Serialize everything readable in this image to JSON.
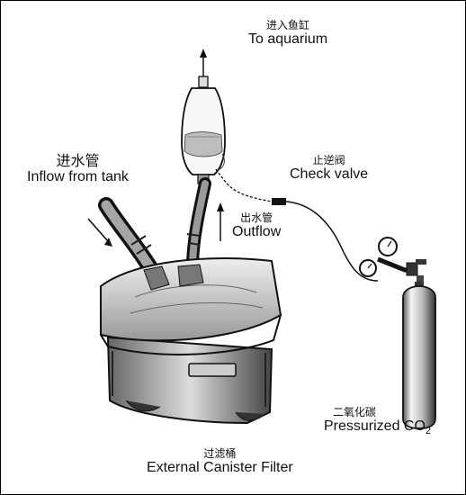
{
  "labels": {
    "to_aquarium": {
      "zh": "进入鱼缸",
      "en": "To aquarium"
    },
    "inflow": {
      "zh": "进水管",
      "en": "Inflow from tank"
    },
    "check_valve": {
      "zh": "止逆阀",
      "en": "Check valve"
    },
    "outflow": {
      "zh": "出水管",
      "en": "Outflow"
    },
    "co2": {
      "zh": "二氧化碳",
      "en_main": "Pressurized CO",
      "en_sub": "2"
    },
    "filter": {
      "zh": "过滤桶",
      "en": "External Canister Filter"
    }
  },
  "colors": {
    "ink": "#111111",
    "paper": "#ffffff"
  }
}
